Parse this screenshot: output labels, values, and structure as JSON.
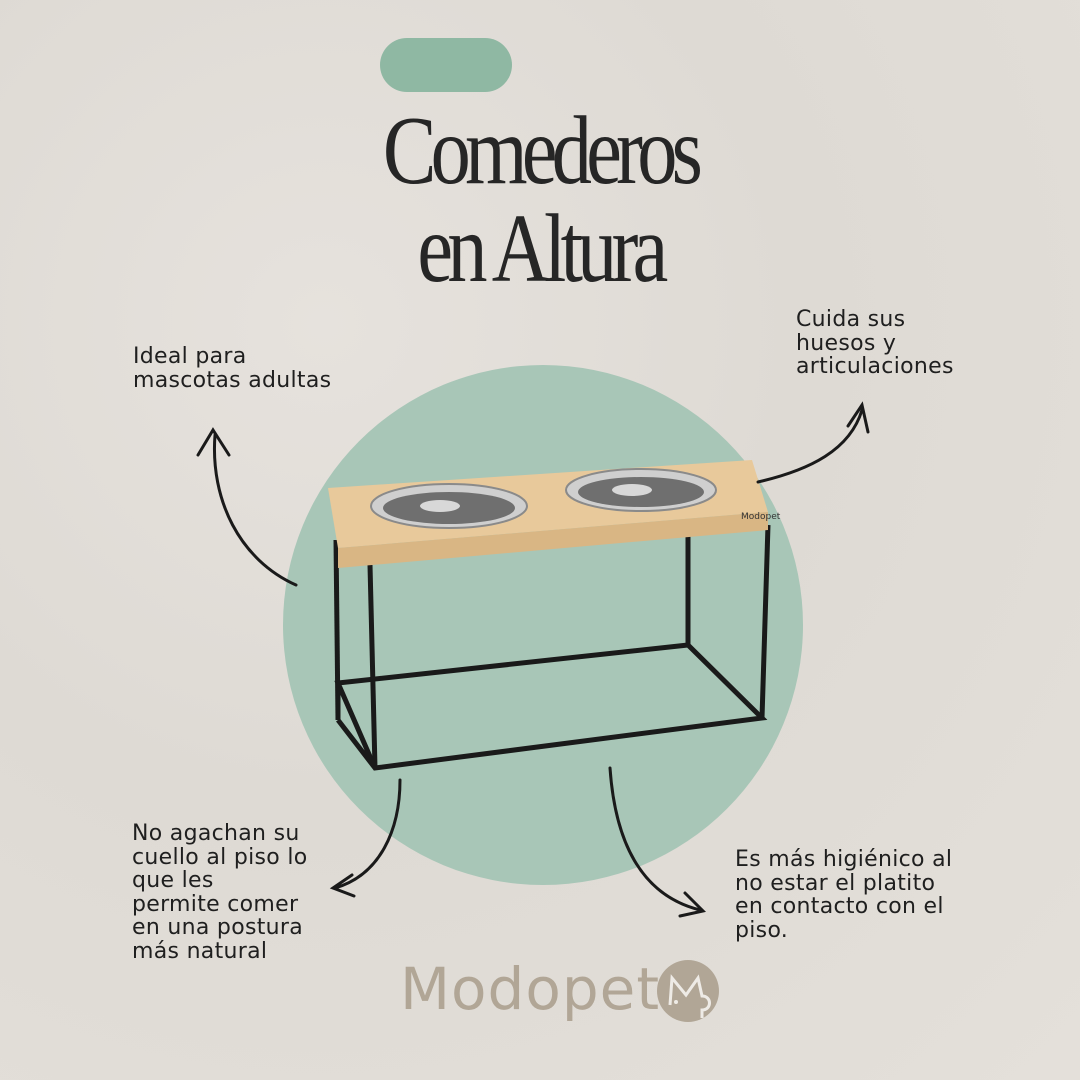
{
  "title": {
    "line1": "Comederos",
    "line2": "en Altura"
  },
  "callouts": {
    "top_left": "Ideal para\nmascotas adultas",
    "top_right": "Cuida sus\nhuesos y\narticulaciones",
    "bottom_left": "No agachan su\ncuello al piso lo\nque les\npermite comer\nen una postura\nmás natural",
    "bottom_right": "Es más higiénico al\nno estar el platito\nen contacto con el\npiso."
  },
  "product": {
    "board_label": "Modopet"
  },
  "brand": {
    "name": "Modopet",
    "monogram": "MP"
  },
  "colors": {
    "accent": "#8fb8a3",
    "circle": "#a8c6b7",
    "brand": "#b1a696"
  }
}
